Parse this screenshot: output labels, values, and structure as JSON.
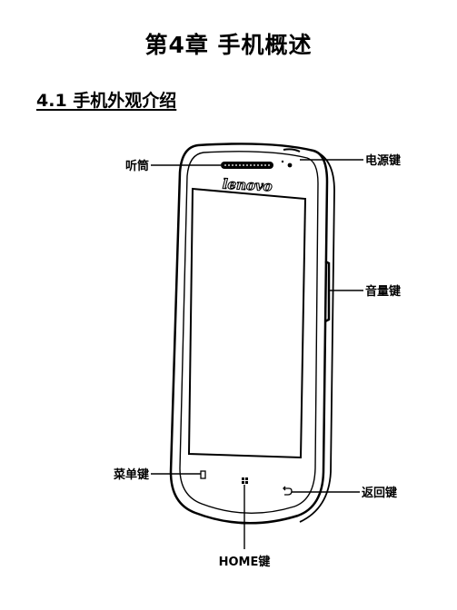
{
  "chapter_title": "第4章  手机概述",
  "section_title": "4.1 手机外观介绍",
  "figure": {
    "brand_logo": "lenovo",
    "labels": {
      "earpiece": "听筒",
      "power_key": "电源键",
      "volume_key": "音量键",
      "menu_key": "菜单键",
      "back_key": "返回键",
      "home_key": "HOME键"
    },
    "icons": [
      "menu-icon",
      "home-icon",
      "back-icon"
    ]
  }
}
